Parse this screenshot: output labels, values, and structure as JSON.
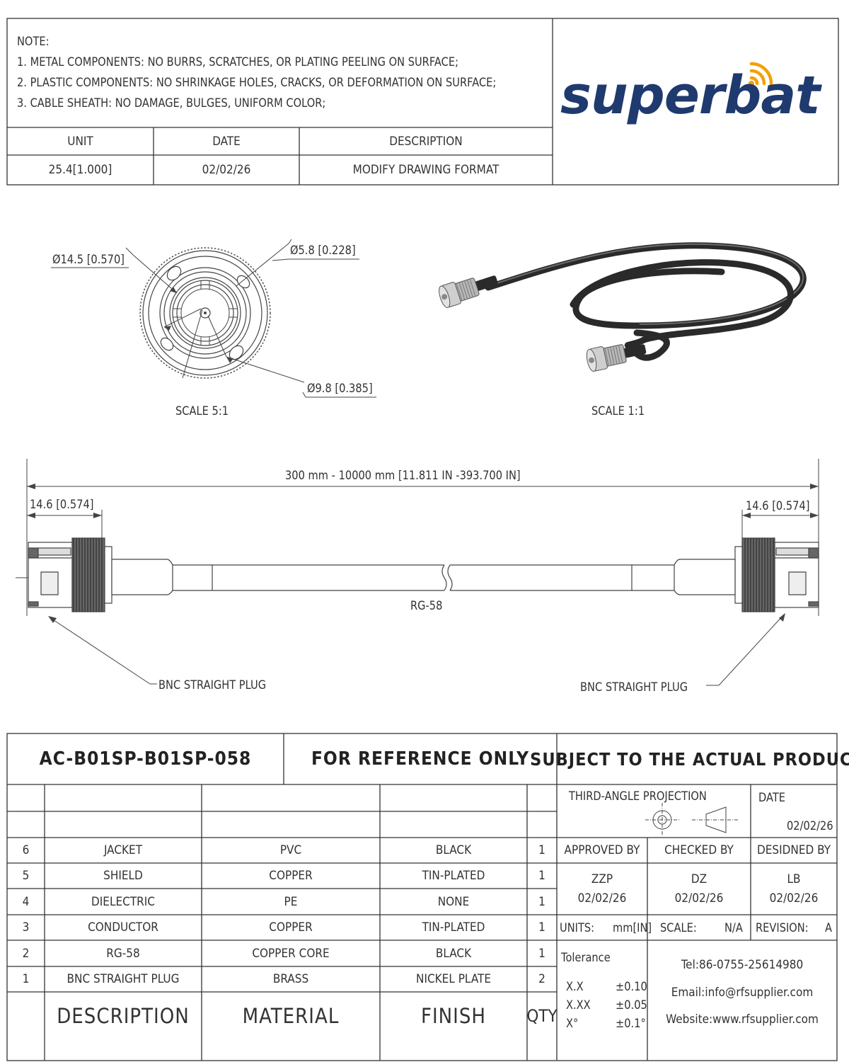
{
  "notes": {
    "title": "NOTE:",
    "items": [
      "1. METAL COMPONENTS: NO BURRS, SCRATCHES, OR PLATING PEELING ON SURFACE;",
      "2. PLASTIC COMPONENTS: NO SHRINKAGE HOLES, CRACKS, OR DEFORMATION ON SURFACE;",
      "3. CABLE SHEATH: NO DAMAGE, BULGES, UNIFORM COLOR;"
    ]
  },
  "revision_table": {
    "headers": [
      "UNIT",
      "DATE",
      "DESCRIPTION"
    ],
    "row": [
      "25.4[1.000]",
      "02/02/26",
      "MODIFY DRAWING FORMAT"
    ]
  },
  "logo": {
    "text": "superbat",
    "color": "#1f3a6e",
    "signal_color": "#f5a000"
  },
  "front_view": {
    "dim_outer": "Ø14.5 [0.570]",
    "dim_pin": "Ø5.8 [0.228]",
    "dim_inner": "Ø9.8 [0.385]",
    "scale": "SCALE 5:1"
  },
  "iso_view": {
    "scale": "SCALE 1:1"
  },
  "side_view": {
    "length": "300 mm - 10000 mm [11.811 IN -393.700 IN]",
    "left_conn": "14.6 [0.574]",
    "right_conn": "14.6 [0.574]",
    "cable": "RG-58",
    "left_callout": "BNC STRAIGHT PLUG",
    "right_callout": "BNC STRAIGHT PLUG"
  },
  "title_block": {
    "part_no": "AC-B01SP-B01SP-058",
    "reference": "FOR REFERENCE ONLY",
    "subject": "SUBJECT TO THE ACTUAL PRODUCT",
    "projection": "THIRD-ANGLE PROJECTION",
    "date_label": "DATE",
    "date_value": "02/02/26",
    "approved_label": "APPROVED BY",
    "checked_label": "CHECKED BY",
    "designed_label": "DESIDNED BY",
    "approved_name": "ZZP",
    "approved_date": "02/02/26",
    "checked_name": "DZ",
    "checked_date": "02/02/26",
    "designed_name": "LB",
    "designed_date": "02/02/26",
    "units_label": "UNITS:",
    "units_value": "mm[IN]",
    "scale_label": "SCALE:",
    "scale_value": "N/A",
    "revision_label": "REVISION:",
    "revision_value": "A",
    "tolerance_label": "Tolerance",
    "tolerances": [
      {
        "k": "X.X",
        "v": "±0.10"
      },
      {
        "k": "X.XX",
        "v": "±0.05"
      },
      {
        "k": "X°",
        "v": "±0.1°"
      }
    ],
    "tel": "Tel:86-0755-25614980",
    "email": "Email:info@rfsupplier.com",
    "website": "Website:www.rfsupplier.com"
  },
  "bom": {
    "headers": [
      "DESCRIPTION",
      "MATERIAL",
      "FINISH",
      "QTY"
    ],
    "rows": [
      {
        "no": "6",
        "desc": "JACKET",
        "mat": "PVC",
        "fin": "BLACK",
        "qty": "1"
      },
      {
        "no": "5",
        "desc": "SHIELD",
        "mat": "COPPER",
        "fin": "TIN-PLATED",
        "qty": "1"
      },
      {
        "no": "4",
        "desc": "DIELECTRIC",
        "mat": "PE",
        "fin": "NONE",
        "qty": "1"
      },
      {
        "no": "3",
        "desc": "CONDUCTOR",
        "mat": "COPPER",
        "fin": "TIN-PLATED",
        "qty": "1"
      },
      {
        "no": "2",
        "desc": "RG-58",
        "mat": "COPPER CORE",
        "fin": "BLACK",
        "qty": "1"
      },
      {
        "no": "1",
        "desc": "BNC STRAIGHT PLUG",
        "mat": "BRASS",
        "fin": "NICKEL PLATE",
        "qty": "2"
      }
    ]
  }
}
